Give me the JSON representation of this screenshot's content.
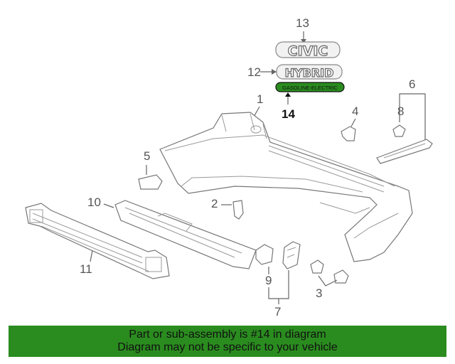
{
  "callouts": {
    "n1": "1",
    "n2": "2",
    "n3": "3",
    "n4": "4",
    "n5": "5",
    "n6": "6",
    "n7": "7",
    "n8": "8",
    "n9": "9",
    "n10": "10",
    "n11": "11",
    "n12": "12",
    "n13": "13",
    "n14": "14"
  },
  "emblems": {
    "civic": "CIVIC",
    "hybrid": "HYBRID",
    "gasoline_electric": "GASOLINE-ELECTRIC"
  },
  "highlight_color": "#2a8c1f",
  "banner": {
    "line1": "Part or sub-assembly is #14 in diagram",
    "line2": "Diagram may not be specific to your vehicle"
  }
}
